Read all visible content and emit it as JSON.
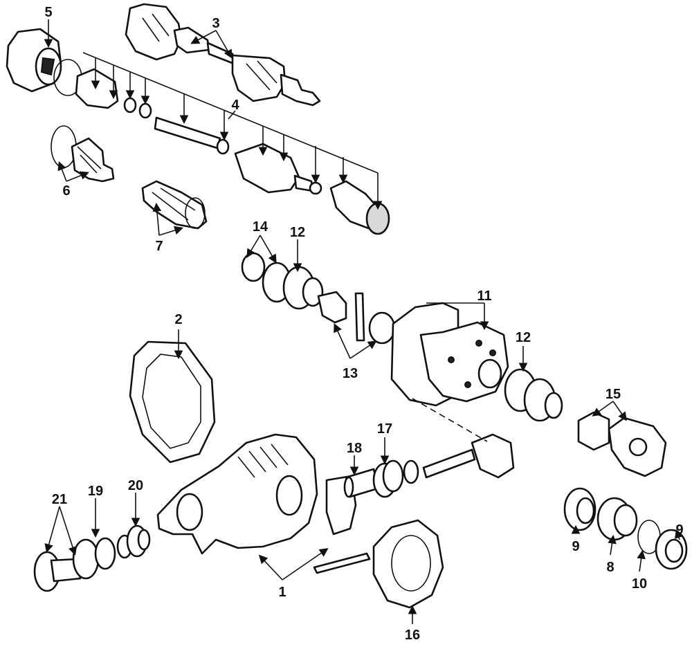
{
  "callouts": [
    "1",
    "2",
    "3",
    "4",
    "5",
    "6",
    "7",
    "8",
    "9",
    "9",
    "10",
    "11",
    "12",
    "12",
    "13",
    "14",
    "15",
    "16",
    "17",
    "18",
    "19",
    "20",
    "21"
  ]
}
